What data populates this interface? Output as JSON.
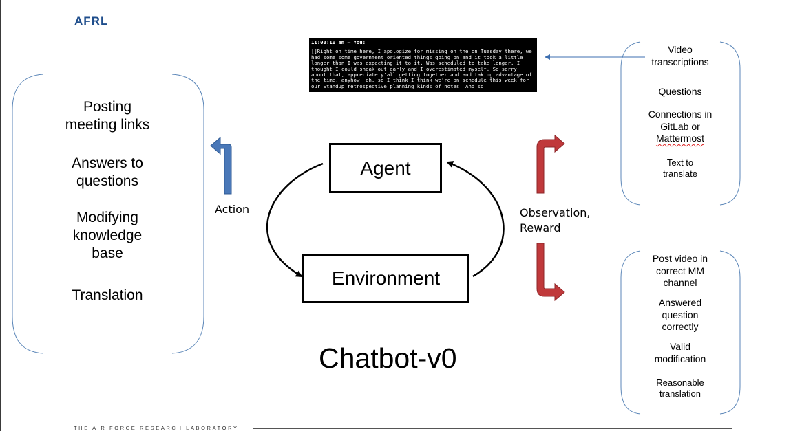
{
  "header": {
    "logo": "AFRL"
  },
  "footer": {
    "text": "THE AIR FORCE RESEARCH LABORATORY"
  },
  "transcript": {
    "timestamp": "11:03:10 am – You:",
    "text": "[]Right on time here, I apologize for missing on the on Tuesday there, we had some some government oriented things going on and it took a little longer than I was expecting it to it. Was scheduled to take longer. I thought I could sneak out early and I overestimated myself. So sorry about that, appreciate y'all getting together and and taking advantage of the time, anyhow. oh, so I think I think we're on schedule this week for our Standup retrospective planning kinds of notes. And so"
  },
  "actions": {
    "items": [
      "Posting meeting links",
      "Answers to questions",
      "Modifying knowledge base",
      "Translation"
    ]
  },
  "diagram": {
    "agent_label": "Agent",
    "environment_label": "Environment",
    "action_label": "Action",
    "observation_label": "Observation, Reward",
    "title": "Chatbot-v0"
  },
  "observations": {
    "items": [
      "Video transcriptions",
      "Questions",
      "Connections in GitLab or",
      "Mattermost",
      "Text to translate"
    ]
  },
  "rewards": {
    "items": [
      "Post video in correct MM channel",
      "Answered question correctly",
      "Valid modification",
      "Reasonable translation"
    ]
  },
  "colors": {
    "action_arrow": "#4a78b8",
    "reward_arrow": "#c0393b",
    "logo": "#1f4e8c",
    "bracket": "#5b86b8"
  }
}
